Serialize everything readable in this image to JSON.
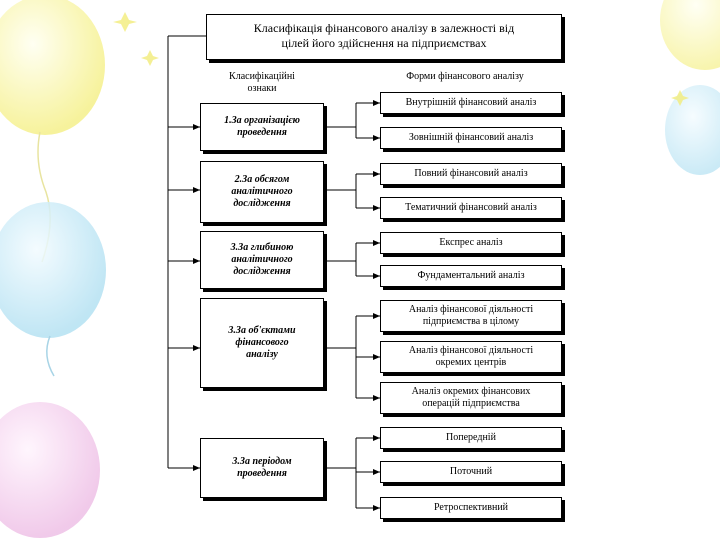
{
  "title_line1": "Класифікація фінансового аналізу в залежності від",
  "title_line2": "цілей його здійснення на підприємствах",
  "col_left_line1": "Класифікаційні",
  "col_left_line2": "ознаки",
  "col_right": "Форми фінансового аналізу",
  "criteria": [
    {
      "lines": [
        "1.За організацією",
        "проведення"
      ]
    },
    {
      "lines": [
        "2.За обсягом",
        "аналітичного",
        "дослідження"
      ]
    },
    {
      "lines": [
        "3.За глибиною",
        "аналітичного",
        "дослідження"
      ]
    },
    {
      "lines": [
        "3.За об'єктами",
        "фінансового",
        "аналізу"
      ]
    },
    {
      "lines": [
        "3.За періодом",
        "проведення"
      ]
    }
  ],
  "forms": [
    {
      "lines": [
        "Внутрішній фінансовий аналіз"
      ]
    },
    {
      "lines": [
        "Зовнішній фінансовий аналіз"
      ]
    },
    {
      "lines": [
        "Повний фінансовий аналіз"
      ]
    },
    {
      "lines": [
        "Тематичний фінансовий аналіз"
      ]
    },
    {
      "lines": [
        "Експрес аналіз"
      ]
    },
    {
      "lines": [
        "Фундаментальний аналіз"
      ]
    },
    {
      "lines": [
        "Аналіз фінансової діяльності",
        "підприємства в цілому"
      ]
    },
    {
      "lines": [
        "Аналіз фінансової діяльності",
        "окремих центрів"
      ]
    },
    {
      "lines": [
        "Аналіз окремих фінансових",
        "операцій підприємства"
      ]
    },
    {
      "lines": [
        "Попередній"
      ]
    },
    {
      "lines": [
        "Поточний"
      ]
    },
    {
      "lines": [
        "Ретроспективний"
      ]
    }
  ],
  "colors": {
    "line": "#000000",
    "balloon_yellow": "#f7f49a",
    "balloon_blue": "#bfe6f4",
    "balloon_pink": "#f3c4ea"
  }
}
